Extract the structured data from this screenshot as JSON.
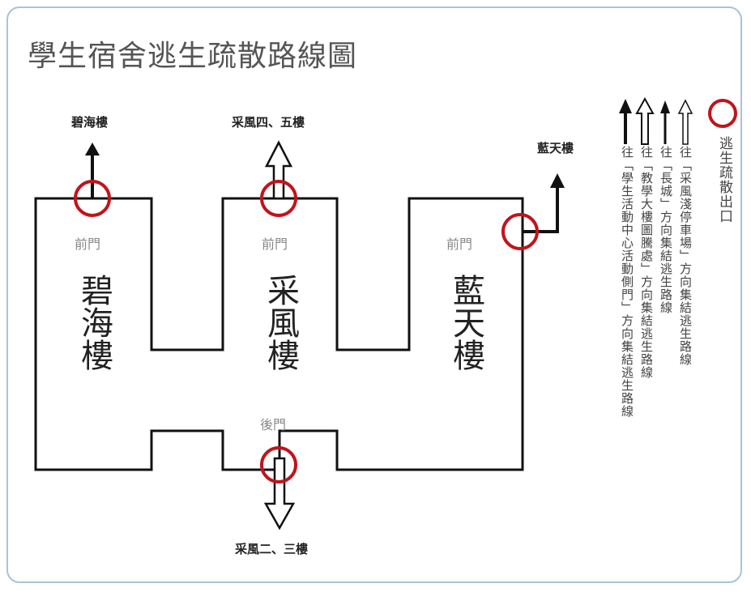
{
  "title": "學生宿舍逃生疏散路線圖",
  "destinations": {
    "bihai": "碧海樓",
    "caifeng_upper": "采風四、五樓",
    "lantian": "藍天樓",
    "caifeng_lower": "采風二、三樓"
  },
  "doors": {
    "front_bihai": "前門",
    "front_caifeng": "前門",
    "front_lantian": "前門",
    "back_caifeng": "後門"
  },
  "buildings": {
    "bihai": "碧海樓",
    "caifeng": "采風樓",
    "lantian": "藍天樓"
  },
  "legend": {
    "exit": "逃生疏散出口",
    "route1": "往「采風淺停車場」方向集結逃生路線",
    "route2": "往「長城」方向集結逃生路線",
    "route3": "往「教學大樓圖騰處」方向集結逃生路線",
    "route4": "往「學生活動中心活動側門」方向集結逃生路線"
  },
  "colors": {
    "exit_circle": "#c0141b",
    "outline": "#111111",
    "frame": "#aac3d4"
  }
}
